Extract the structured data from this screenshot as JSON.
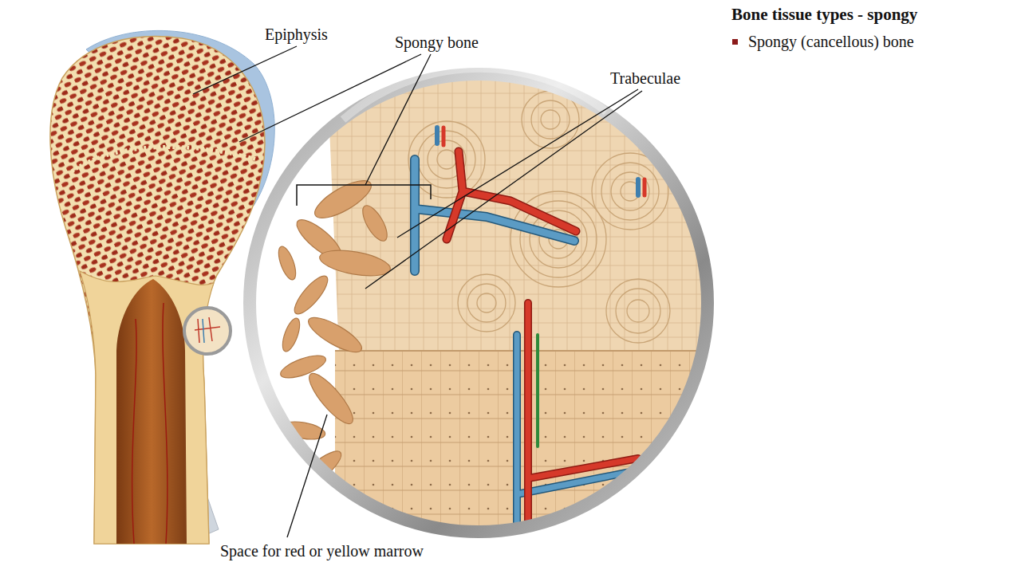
{
  "diagram": {
    "title": "Bone tissue types - spongy",
    "labels": [
      "Spongy (cancellous) bone",
      "Epiphysis",
      "Spongy bone",
      "Trabeculae",
      "Space for red or yellow marrow"
    ]
  }
}
